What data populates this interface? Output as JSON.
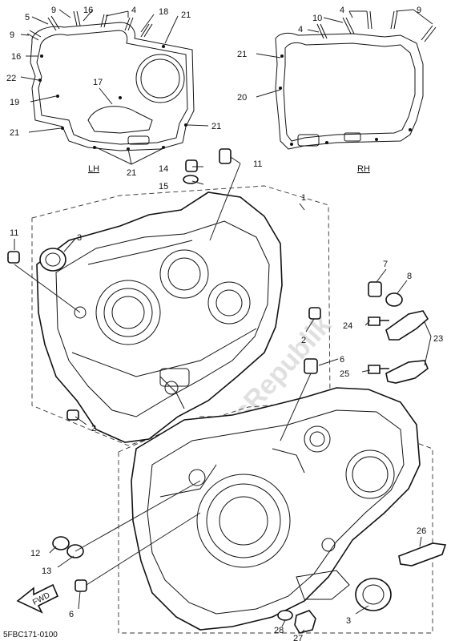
{
  "views": {
    "left_label": "LH",
    "right_label": "RH"
  },
  "footer": {
    "code": "5FBC171-0100",
    "fwd_label": "FWD"
  },
  "watermark": {
    "text": "PartsRepublik"
  },
  "callouts": [
    {
      "id": "c5a",
      "text": "5"
    },
    {
      "id": "c9a",
      "text": "9"
    },
    {
      "id": "c16a",
      "text": "16"
    },
    {
      "id": "c4a",
      "text": "4"
    },
    {
      "id": "c18",
      "text": "18"
    },
    {
      "id": "c21a",
      "text": "21"
    },
    {
      "id": "c9b",
      "text": "9"
    },
    {
      "id": "c16b",
      "text": "16"
    },
    {
      "id": "c22",
      "text": "22"
    },
    {
      "id": "c17",
      "text": "17"
    },
    {
      "id": "c19",
      "text": "19"
    },
    {
      "id": "c21b",
      "text": "21"
    },
    {
      "id": "c21c",
      "text": "21"
    },
    {
      "id": "c21d",
      "text": "21"
    },
    {
      "id": "c4b",
      "text": "4"
    },
    {
      "id": "c9c",
      "text": "9"
    },
    {
      "id": "c10",
      "text": "10"
    },
    {
      "id": "c4c",
      "text": "4"
    },
    {
      "id": "c21e",
      "text": "21"
    },
    {
      "id": "c20",
      "text": "20"
    },
    {
      "id": "c14",
      "text": "14"
    },
    {
      "id": "c11a",
      "text": "11"
    },
    {
      "id": "c15",
      "text": "15"
    },
    {
      "id": "c1",
      "text": "1"
    },
    {
      "id": "c11b",
      "text": "11"
    },
    {
      "id": "c3a",
      "text": "3"
    },
    {
      "id": "c7",
      "text": "7"
    },
    {
      "id": "c8",
      "text": "8"
    },
    {
      "id": "c2a",
      "text": "2"
    },
    {
      "id": "c24",
      "text": "24"
    },
    {
      "id": "c23",
      "text": "23"
    },
    {
      "id": "c6a",
      "text": "6"
    },
    {
      "id": "c25",
      "text": "25"
    },
    {
      "id": "c2b",
      "text": "2"
    },
    {
      "id": "c26",
      "text": "26"
    },
    {
      "id": "c12",
      "text": "12"
    },
    {
      "id": "c13",
      "text": "13"
    },
    {
      "id": "c6b",
      "text": "6"
    },
    {
      "id": "c3b",
      "text": "3"
    },
    {
      "id": "c28",
      "text": "28"
    },
    {
      "id": "c27",
      "text": "27"
    }
  ]
}
